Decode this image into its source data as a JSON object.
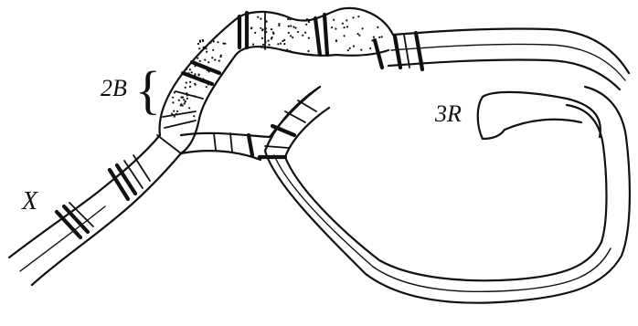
{
  "labels": {
    "x_mark": "X",
    "region_2b": "2B",
    "region_3r": "3R"
  }
}
